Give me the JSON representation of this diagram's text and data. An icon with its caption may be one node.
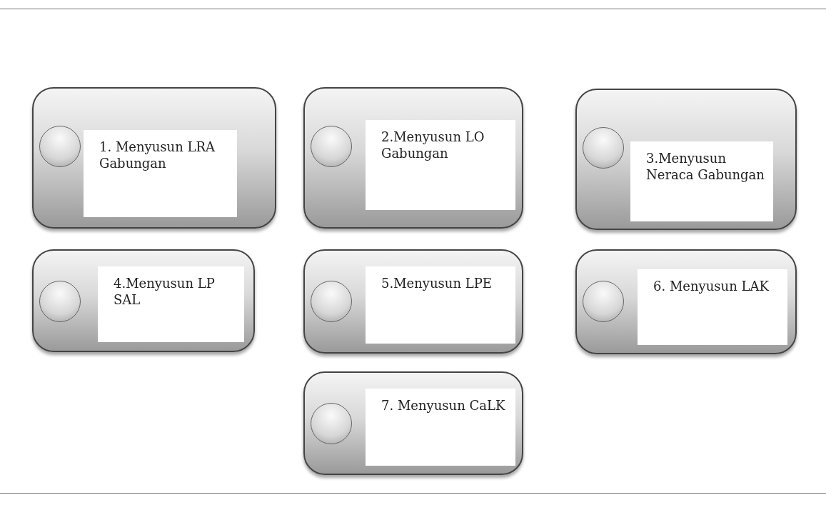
{
  "diagram": {
    "nodes": [
      {
        "text": [
          "1. Menyusun LRA Gabungan"
        ]
      },
      {
        "text": [
          "2.Menyusun LO Gabungan"
        ]
      },
      {
        "text": [
          "3.Menyusun Neraca Gabungan"
        ]
      },
      {
        "text": [
          "4.Menyusun LP SAL"
        ]
      },
      {
        "text": [
          "5.Menyusun LPE"
        ]
      },
      {
        "text": [
          "6. Menyusun LAK"
        ]
      },
      {
        "text": [
          "7. Menyusun CaLK"
        ]
      }
    ]
  }
}
